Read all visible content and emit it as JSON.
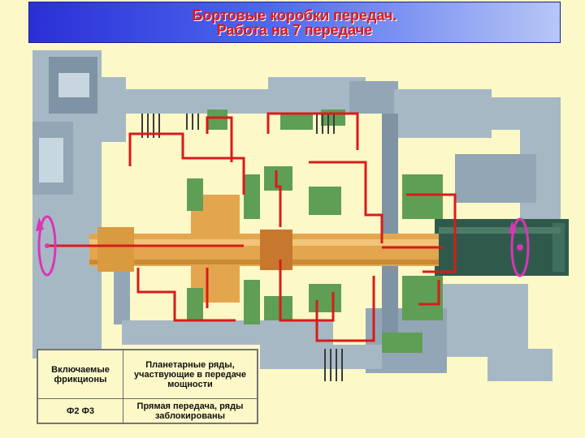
{
  "title": {
    "line1": "Бортовые коробки передач.",
    "line2": "Работа на 7 передаче"
  },
  "table": {
    "header_left": "Включаемые фрикционы",
    "header_right": "Планетарные ряды, участвующие в передаче мощности",
    "row_left": "Ф2  Ф3",
    "row_right": "Прямая передача, ряды заблокированы"
  },
  "colors": {
    "background": "#fdf8c8",
    "housing": "#a7b8c5",
    "housing_dark": "#7e93a3",
    "shaft": "#e3a64e",
    "gear_green": "#5f9e55",
    "power_flow": "#d81b1b",
    "output_shaft": "#2f5a4b",
    "rotation_arrow": "#d936b4"
  }
}
